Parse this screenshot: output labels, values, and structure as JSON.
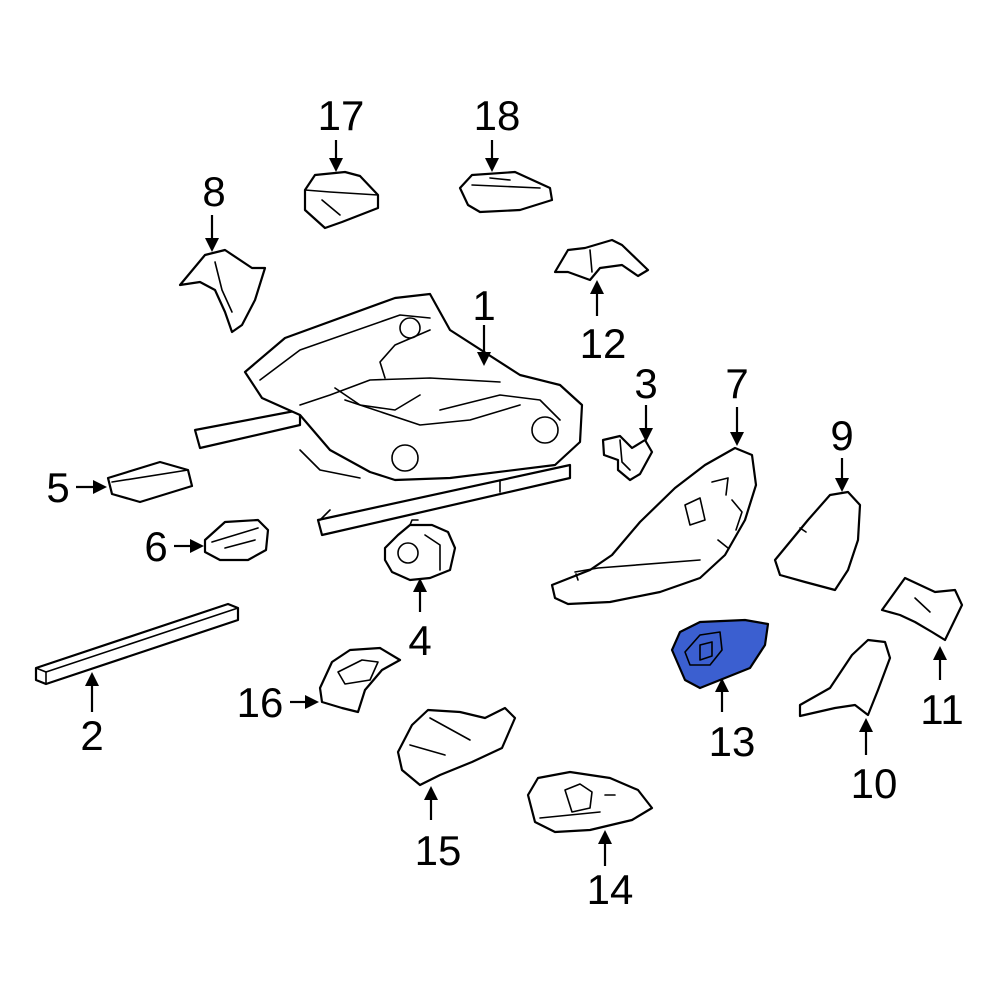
{
  "highlight_color": "#3b5fd0",
  "callouts": {
    "c1": "1",
    "c2": "2",
    "c3": "3",
    "c4": "4",
    "c5": "5",
    "c6": "6",
    "c7": "7",
    "c8": "8",
    "c9": "9",
    "c10": "10",
    "c11": "11",
    "c12": "12",
    "c13": "13",
    "c14": "14",
    "c15": "15",
    "c16": "16",
    "c17": "17",
    "c18": "18"
  }
}
